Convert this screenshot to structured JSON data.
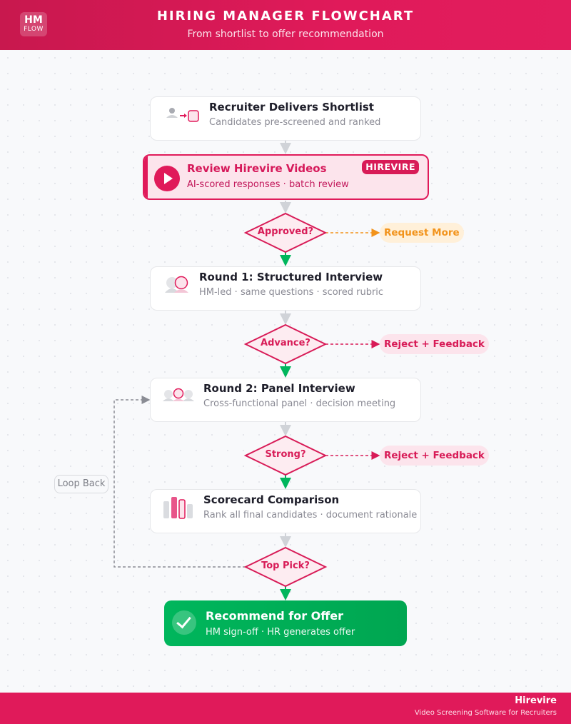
{
  "header": {
    "logo_top": "HM",
    "logo_bottom": "FLOW",
    "title": "HIRING MANAGER FLOWCHART",
    "subtitle": "From shortlist to offer recommendation"
  },
  "steps": [
    {
      "title": "Recruiter Delivers Shortlist",
      "subtitle": "Candidates pre-screened and ranked",
      "icon": "shortlist-icon"
    },
    {
      "title": "Review Hirevire Videos",
      "subtitle": "AI-scored responses · batch review",
      "badge": "HIREVIRE",
      "icon": "play-icon"
    },
    {
      "title": "Round 1: Structured Interview",
      "subtitle": "HM-led · same questions · scored rubric",
      "icon": "interview-icon"
    },
    {
      "title": "Round 2: Panel Interview",
      "subtitle": "Cross-functional panel · decision meeting",
      "icon": "panel-icon"
    },
    {
      "title": "Scorecard Comparison",
      "subtitle": "Rank all final candidates · document rationale",
      "icon": "scorecard-icon"
    },
    {
      "title": "Recommend for Offer",
      "subtitle": "HM sign-off · HR generates offer",
      "icon": "check-icon"
    }
  ],
  "decisions": [
    {
      "label": "Approved?",
      "side_label": "Request More"
    },
    {
      "label": "Advance?",
      "side_label": "Reject + Feedback"
    },
    {
      "label": "Strong?",
      "side_label": "Reject + Feedback"
    },
    {
      "label": "Top Pick?",
      "side_label": "Loop Back"
    }
  ],
  "colors": {
    "brand": "#e01a5a",
    "success": "#00b65c",
    "warning": "#f2931b",
    "neutral_line": "#d0d3d8"
  },
  "footer": {
    "brand": "Hirevire",
    "tagline": "Video Screening Software for Recruiters"
  }
}
